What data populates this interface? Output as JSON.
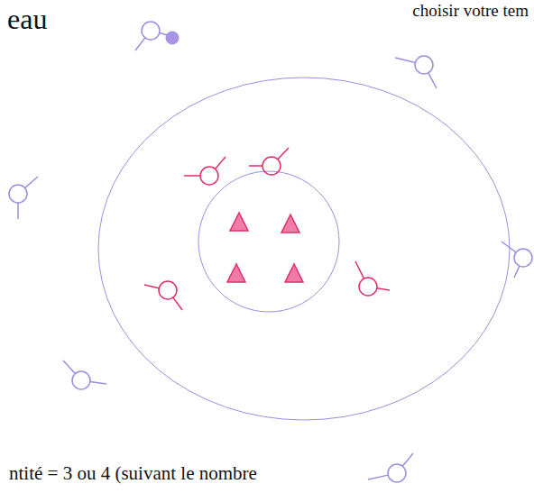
{
  "diagram": {
    "labels": [
      "eau",
      "choisir votre tem",
      "ntité = 3 ou 4 (suivant le nombre"
    ]
  }
}
